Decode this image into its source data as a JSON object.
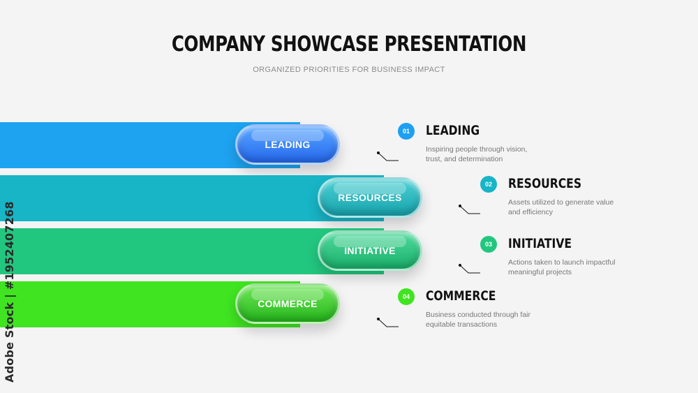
{
  "header": {
    "title": "COMPANY SHOWCASE PRESENTATION",
    "subtitle": "ORGANIZED PRIORITIES FOR BUSINESS IMPACT"
  },
  "items": [
    {
      "number": "01",
      "pill_label": "LEADING",
      "heading": "LEADING",
      "description": "Inspiring people through vision, trust, and determination",
      "color": "#1ea3f0",
      "pill_color": "#2d7ef5"
    },
    {
      "number": "02",
      "pill_label": "RESOURCES",
      "heading": "RESOURCES",
      "description": "Assets utilized to generate value and efficiency",
      "color": "#17b5c6",
      "pill_color": "#1db0b7"
    },
    {
      "number": "03",
      "pill_label": "INITIATIVE",
      "heading": "INITIATIVE",
      "description": "Actions taken to launch impactful meaningful projects",
      "color": "#22c77f",
      "pill_color": "#23c27c"
    },
    {
      "number": "04",
      "pill_label": "COMMERCE",
      "heading": "COMMERCE",
      "description": "Business conducted through fair equitable transactions",
      "color": "#40e421",
      "pill_color": "#3dd32a"
    }
  ],
  "watermark": "Adobe Stock | #1952407268"
}
